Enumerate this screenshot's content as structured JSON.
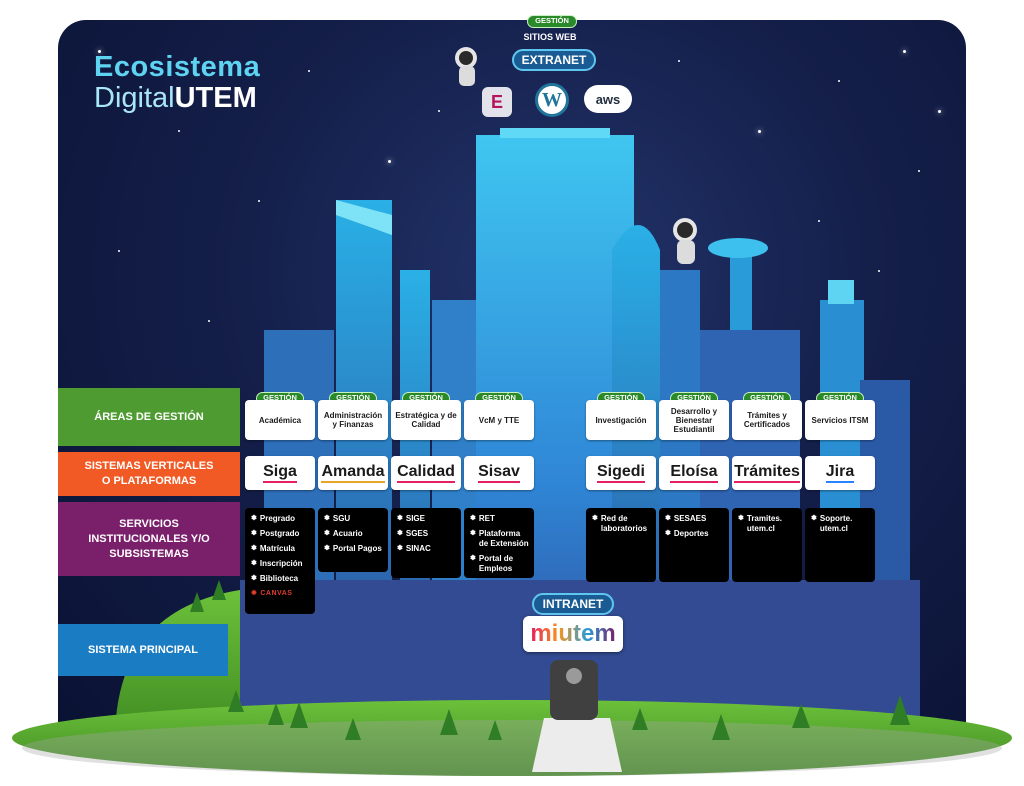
{
  "header": {
    "title_line1": "Ecosistema",
    "title_line2_light": "Digital",
    "title_line2_bold": "UTEM"
  },
  "top": {
    "gestion": "GESTIÓN",
    "sitios_web": "SITIOS WEB",
    "extranet": "EXTRANET",
    "logos": {
      "elementor": "E",
      "wordpress": "W",
      "aws": "aws"
    }
  },
  "categories": [
    {
      "label": "ÁREAS DE GESTIÓN",
      "color": "#4e9b32"
    },
    {
      "label": "SISTEMAS VERTICALES O PLATAFORMAS",
      "color": "#f15a24"
    },
    {
      "label": "SERVICIOS INSTITUCIONALES Y/O SUBSISTEMAS",
      "color": "#7a1f6a"
    },
    {
      "label": "SISTEMA PRINCIPAL",
      "color": "#1a7cc3"
    }
  ],
  "gestion_label": "GESTIÓN",
  "columns": [
    {
      "area": "Académica",
      "system": "Siga",
      "system_accent": "#e61e63",
      "services": [
        "Pregrado",
        "Postgrado",
        "Matrícula",
        "Inscripción",
        "Biblioteca"
      ],
      "extra": "CANVAS"
    },
    {
      "area": "Administración y Finanzas",
      "system": "Amanda",
      "system_accent": "#e8a425",
      "services": [
        "SGU",
        "Acuario",
        "Portal Pagos"
      ]
    },
    {
      "area": "Estratégica y de Calidad",
      "system": "Calidad",
      "system_accent": "#e61e63",
      "services": [
        "SIGE",
        "SGES",
        "SINAC"
      ]
    },
    {
      "area": "VcM y TTE",
      "system": "Sisav",
      "system_accent": "#e61e63",
      "services": [
        "RET",
        "Plataforma de Extensión",
        "Portal de Empleos"
      ]
    },
    {
      "area": "Investigación",
      "system": "Sigedi",
      "system_accent": "#e61e63",
      "services": [
        "Red de laboratorios"
      ]
    },
    {
      "area": "Desarrollo y Bienestar Estudiantil",
      "system": "Eloísa",
      "system_accent": "#e61e63",
      "services": [
        "SESAES",
        "Deportes"
      ]
    },
    {
      "area": "Trámites y Certificados",
      "system": "Trámites",
      "system_accent": "#e61e63",
      "services": [
        "Tramites. utem.cl"
      ]
    },
    {
      "area": "Servicios ITSM",
      "system": "Jira",
      "system_accent": "#2684ff",
      "services": [
        "Soporte. utem.cl"
      ]
    }
  ],
  "intranet": {
    "label": "INTRANET",
    "brand": "miutem"
  },
  "colors": {
    "gestion_green": "#2a8a2a",
    "extranet_blue": "#1b5b93",
    "grass": "#5aab2e"
  }
}
